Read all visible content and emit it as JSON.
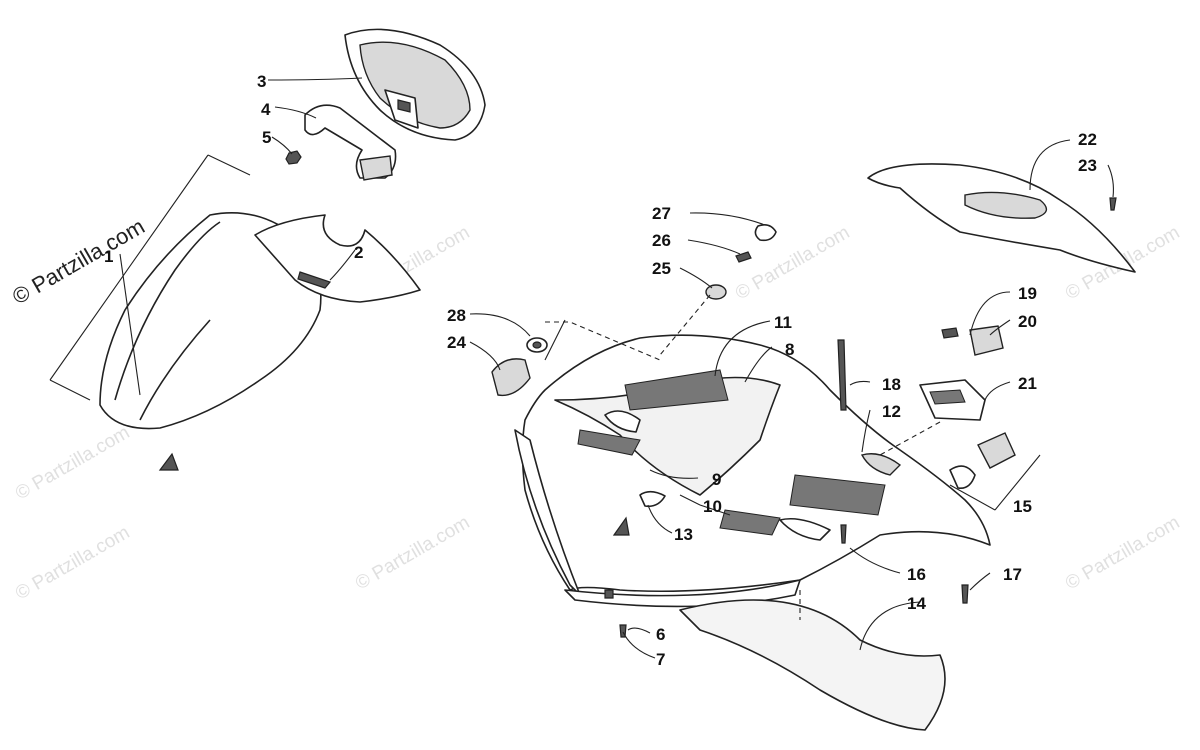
{
  "brand_watermark": "© Partzilla.com",
  "faint_watermark": "© Partzilla.com",
  "callouts": [
    "1",
    "2",
    "3",
    "4",
    "5",
    "6",
    "7",
    "8",
    "9",
    "10",
    "11",
    "12",
    "13",
    "14",
    "15",
    "16",
    "17",
    "18",
    "19",
    "20",
    "21",
    "22",
    "23",
    "24",
    "25",
    "26",
    "27",
    "28"
  ]
}
